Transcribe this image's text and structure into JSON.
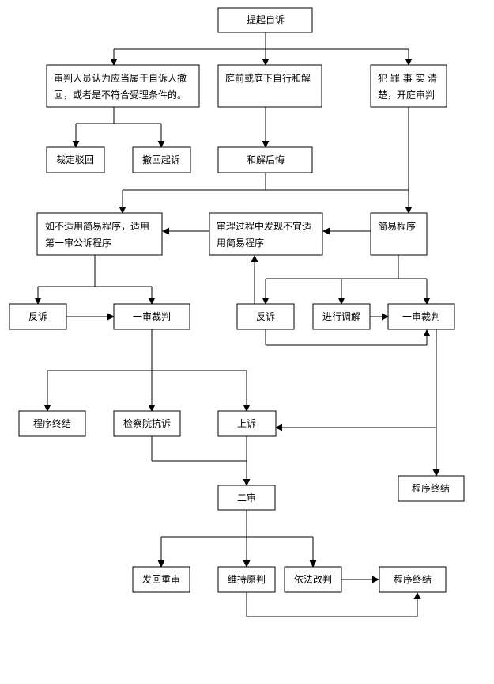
{
  "nodes": {
    "start": "提起自诉",
    "withdraw_or_invalid": [
      "审判人员认为应当属于自诉人撤",
      "回，或者是不符合受理条件的。"
    ],
    "settle": "庭前或庭下自行和解",
    "clear_facts": [
      "犯 罪 事 实 清",
      "楚，开庭审判"
    ],
    "reject": "裁定驳回",
    "withdraw": "撤回起诉",
    "regret_settle": "和解后悔",
    "normal_procedure": [
      "如不适用简易程序，适用",
      "第一审公诉程序"
    ],
    "not_suitable": [
      "审理过程中发现不宜适",
      "用简易程序"
    ],
    "simple_procedure": "简易程序",
    "counter_left": "反诉",
    "first_judgment_left": "一审裁判",
    "counter_right": "反诉",
    "mediation": "进行调解",
    "first_judgment_right": "一审裁判",
    "end_left": "程序终结",
    "protest": "检察院抗诉",
    "appeal": "上诉",
    "end_right": "程序终结",
    "second_trial": "二审",
    "retrial": "发回重审",
    "uphold": "维持原判",
    "amend": "依法改判",
    "end_bottom": "程序终结"
  }
}
